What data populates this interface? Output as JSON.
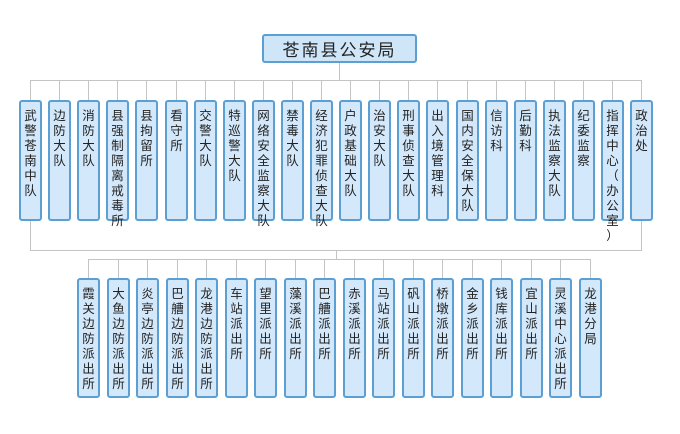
{
  "root": {
    "label": "苍南县公安局"
  },
  "departments": [
    "武警苍南中队",
    "边防大队",
    "消防大队",
    "县强制隔离戒毒所",
    "县拘留所",
    "看守所",
    "交警大队",
    "特巡警大队",
    "网络安全监察大队",
    "禁毒大队",
    "经济犯罪侦查大队",
    "户政基础大队",
    "治安大队",
    "刑事侦查大队",
    "出入境管理科",
    "国内安全保大队",
    "信访科",
    "后勤科",
    "执法监察大队",
    "纪委监察",
    "指挥中心（办公室）",
    "政治处"
  ],
  "stations": [
    "霞关边防派出所",
    "大鱼边防派出所",
    "炎亭边防派出所",
    "巴艚边防派出所",
    "龙港边防派出所",
    "车站派出所",
    "望里派出所",
    "藻溪派出所",
    "巴艚派出所",
    "赤溪派出所",
    "马站派出所",
    "矾山派出所",
    "桥墩派出所",
    "金乡派出所",
    "钱库派出所",
    "宜山派出所",
    "灵溪中心派出所",
    "龙港分局"
  ],
  "colors": {
    "box_fill": "#d3e8fa",
    "box_border": "#5b9fd3",
    "connector": "#c4c4c4"
  }
}
